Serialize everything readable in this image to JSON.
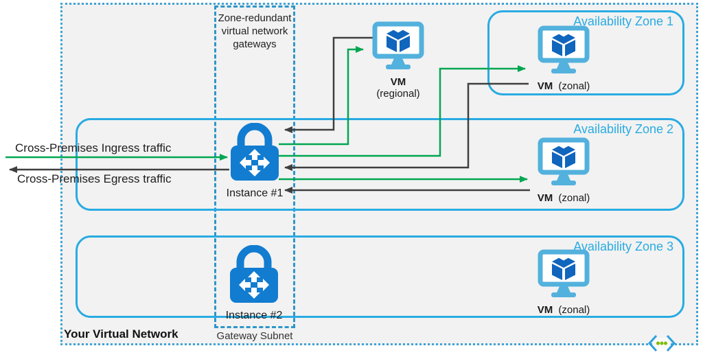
{
  "network": {
    "label": "Your Virtual Network",
    "gateway_group_label": "Zone-redundant virtual network gateways",
    "gateway_subnet_label": "Gateway Subnet"
  },
  "traffic": {
    "ingress_label": "Cross-Premises Ingress traffic",
    "egress_label": "Cross-Premises Egress traffic"
  },
  "gateway_instances": [
    {
      "label": "Instance #1"
    },
    {
      "label": "Instance #2"
    }
  ],
  "regional_vm": {
    "name": "VM",
    "qualifier": "(regional)"
  },
  "zones": [
    {
      "title": "Availability Zone 1",
      "vm_name": "VM",
      "vm_qualifier": "(zonal)"
    },
    {
      "title": "Availability Zone 2",
      "vm_name": "VM",
      "vm_qualifier": "(zonal)"
    },
    {
      "title": "Availability Zone 3",
      "vm_name": "VM",
      "vm_qualifier": "(zonal)"
    }
  ],
  "flows": [
    {
      "type": "ingress",
      "color": "#00A651",
      "from": "on-premises",
      "to": "gateway-instance-1"
    },
    {
      "type": "egress",
      "color": "#3F3F3F",
      "from": "gateway-instance-1",
      "to": "on-premises"
    },
    {
      "type": "ingress",
      "color": "#00A651",
      "from": "gateway-instance-1",
      "to": "vm-regional"
    },
    {
      "type": "egress",
      "color": "#3F3F3F",
      "from": "vm-regional",
      "to": "gateway-instance-1"
    },
    {
      "type": "ingress",
      "color": "#00A651",
      "from": "gateway-instance-1",
      "to": "vm-zone-1"
    },
    {
      "type": "egress",
      "color": "#3F3F3F",
      "from": "vm-zone-1",
      "to": "gateway-instance-1"
    },
    {
      "type": "ingress",
      "color": "#00A651",
      "from": "gateway-instance-1",
      "to": "vm-zone-2"
    },
    {
      "type": "egress",
      "color": "#3F3F3F",
      "from": "vm-zone-2",
      "to": "gateway-instance-1"
    }
  ],
  "colors": {
    "zone_border": "#29ABE2",
    "zone_title": "#29ABE2",
    "subnet_border": "#2D96C9",
    "vnet_border": "#3FA3D6",
    "canvas_bg": "#F2F2F2",
    "ingress_green": "#00A651",
    "egress_dark": "#3F3F3F",
    "gateway_blue": "#127CD0",
    "vm_monitor_blue": "#53B1DD",
    "vm_cube_blue": "#1065BD",
    "vnet_glyph_dots_green": "#7CBB00"
  }
}
